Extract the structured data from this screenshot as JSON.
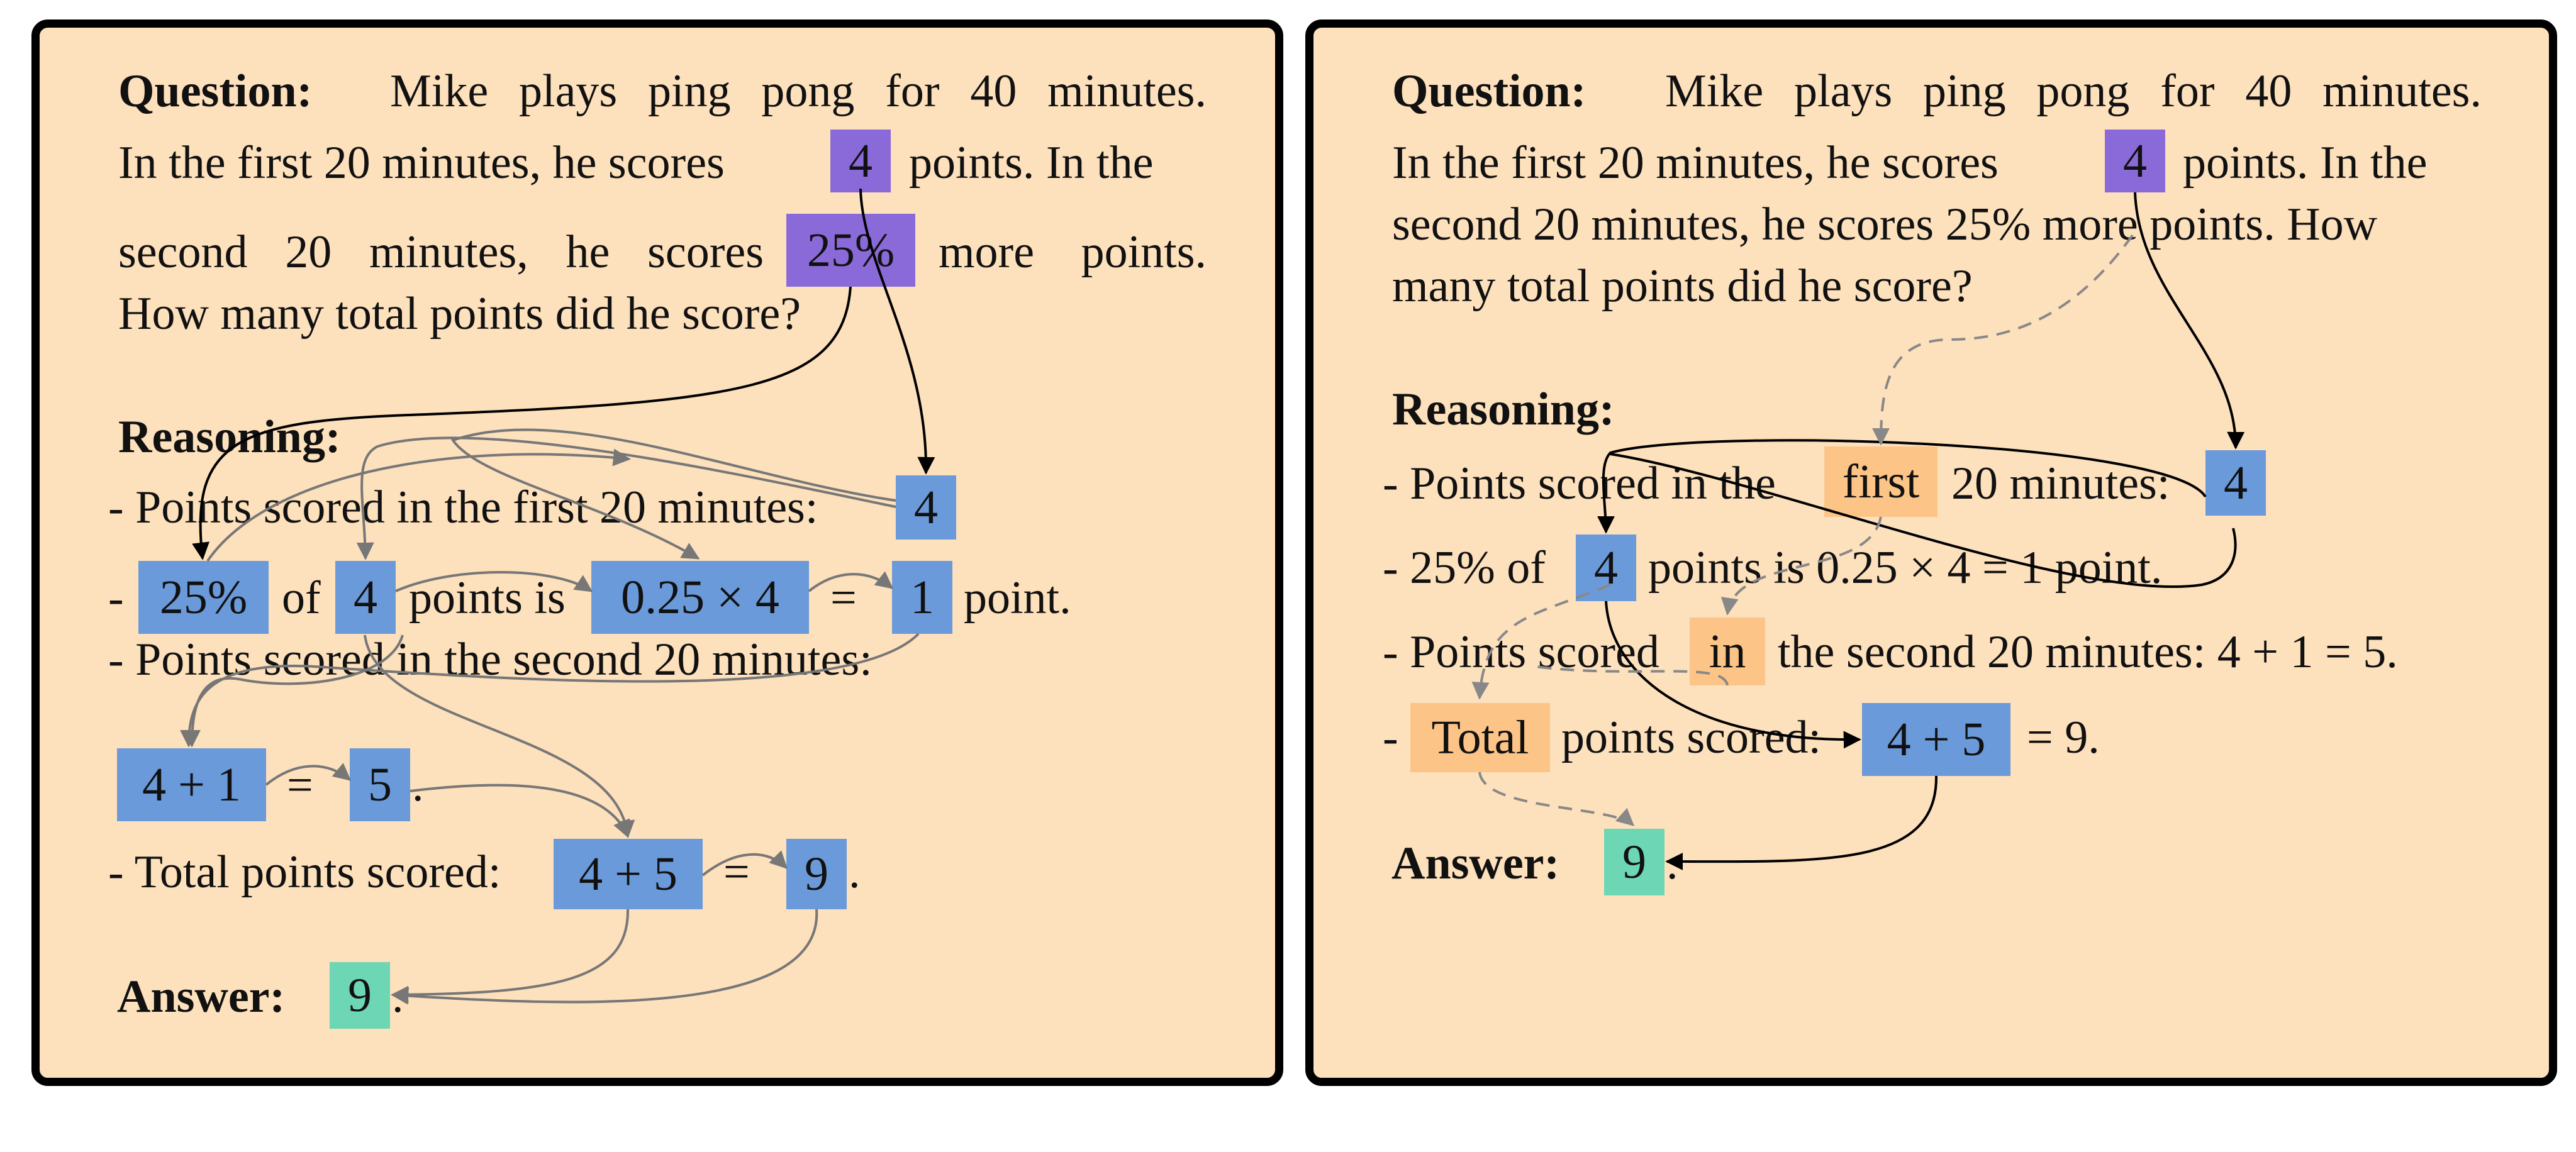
{
  "left_panel": {
    "question": {
      "label": "Question:",
      "line1": [
        "Mike",
        "plays",
        "ping",
        "pong",
        "for",
        "40",
        "minutes."
      ],
      "line2_a": "In the first 20 minutes, he scores",
      "line2_box": "4",
      "line2_b": "points.  In the",
      "line3_words": [
        "second",
        "20",
        "minutes,",
        "he",
        "scores"
      ],
      "line3_box": "25%",
      "line3_tail": [
        "more",
        "points."
      ],
      "line4": "How many total points did he score?"
    },
    "reasoning": {
      "label": "Reasoning:",
      "step1_text": "- Points scored in the first 20 minutes:",
      "step1_box": "4",
      "step2_dash": "-",
      "step2_box_a": "25%",
      "step2_of": "of",
      "step2_box_b": "4",
      "step2_mid": "points is",
      "step2_box_c": "0.25 × 4",
      "step2_eq": "=",
      "step2_box_d": "1",
      "step2_tail": "point.",
      "step3_text": "- Points scored in the second 20 minutes:",
      "step3_box_a": "4 + 1",
      "step3_eq": "=",
      "step3_box_b": "5",
      "step3_dot": ".",
      "step4_text": "- Total points scored:",
      "step4_box_a": "4 + 5",
      "step4_eq": "=",
      "step4_box_b": "9",
      "step4_dot": "."
    },
    "answer": {
      "label": "Answer:",
      "value": "9",
      "dot": "."
    }
  },
  "right_panel": {
    "question": {
      "label": "Question:",
      "line1": [
        "Mike",
        "plays",
        "ping",
        "pong",
        "for",
        "40",
        "minutes."
      ],
      "line2_a": "In the first 20 minutes, he scores",
      "line2_box": "4",
      "line2_b": "points.  In the",
      "line3": "second 20 minutes, he scores 25% more points. How",
      "line4": "many total points did he score?"
    },
    "reasoning": {
      "label": "Reasoning:",
      "step1_a": "- Points scored in the",
      "step1_highlight": "first",
      "step1_b": "20 minutes:",
      "step1_box": "4",
      "step2_a": "- 25% of",
      "step2_box": "4",
      "step2_b": "points is 0.25 × 4 = 1 point.",
      "step3_a": "- Points scored",
      "step3_highlight": "in",
      "step3_b": "the second 20 minutes: 4 + 1 = 5.",
      "step4_dash": "-",
      "step4_highlight": "Total",
      "step4_mid": "points scored:",
      "step4_box": "4 + 5",
      "step4_tail": "= 9."
    },
    "answer": {
      "label": "Answer:",
      "value": "9",
      "dot": "."
    }
  },
  "colors": {
    "panel_background": "#fde0bc",
    "panel_border": "#000000",
    "token_blue": "#6a9ad9",
    "token_purple": "#8a6ad9",
    "answer_green": "#6dd6b5",
    "highlight_orange": "#fcc487",
    "arrow_gray": "#777777",
    "arrow_black": "#000000"
  }
}
